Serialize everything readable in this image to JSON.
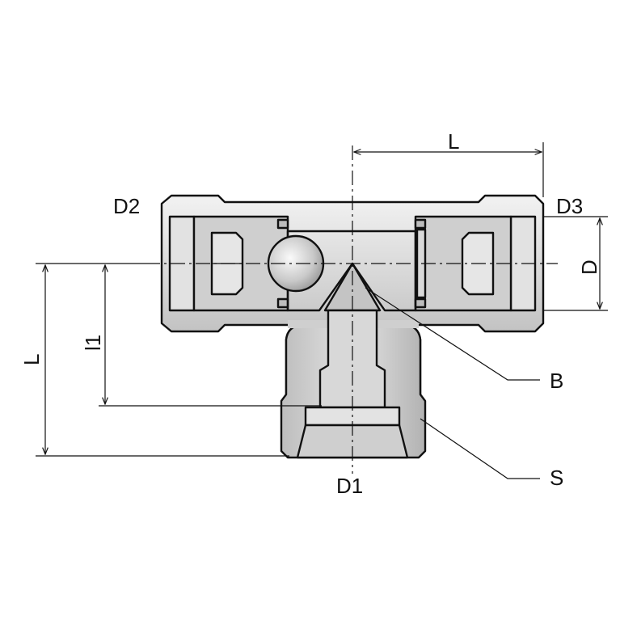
{
  "labels": {
    "D2": "D2",
    "D3": "D3",
    "D": "D",
    "L_top": "L",
    "L_left": "L",
    "l1": "l1",
    "B": "B",
    "S": "S",
    "D1": "D1"
  },
  "colors": {
    "body_light": "#e9e9e9",
    "body_mid": "#c8c8c8",
    "body_dark": "#a9a9a9",
    "line": "#111111"
  }
}
